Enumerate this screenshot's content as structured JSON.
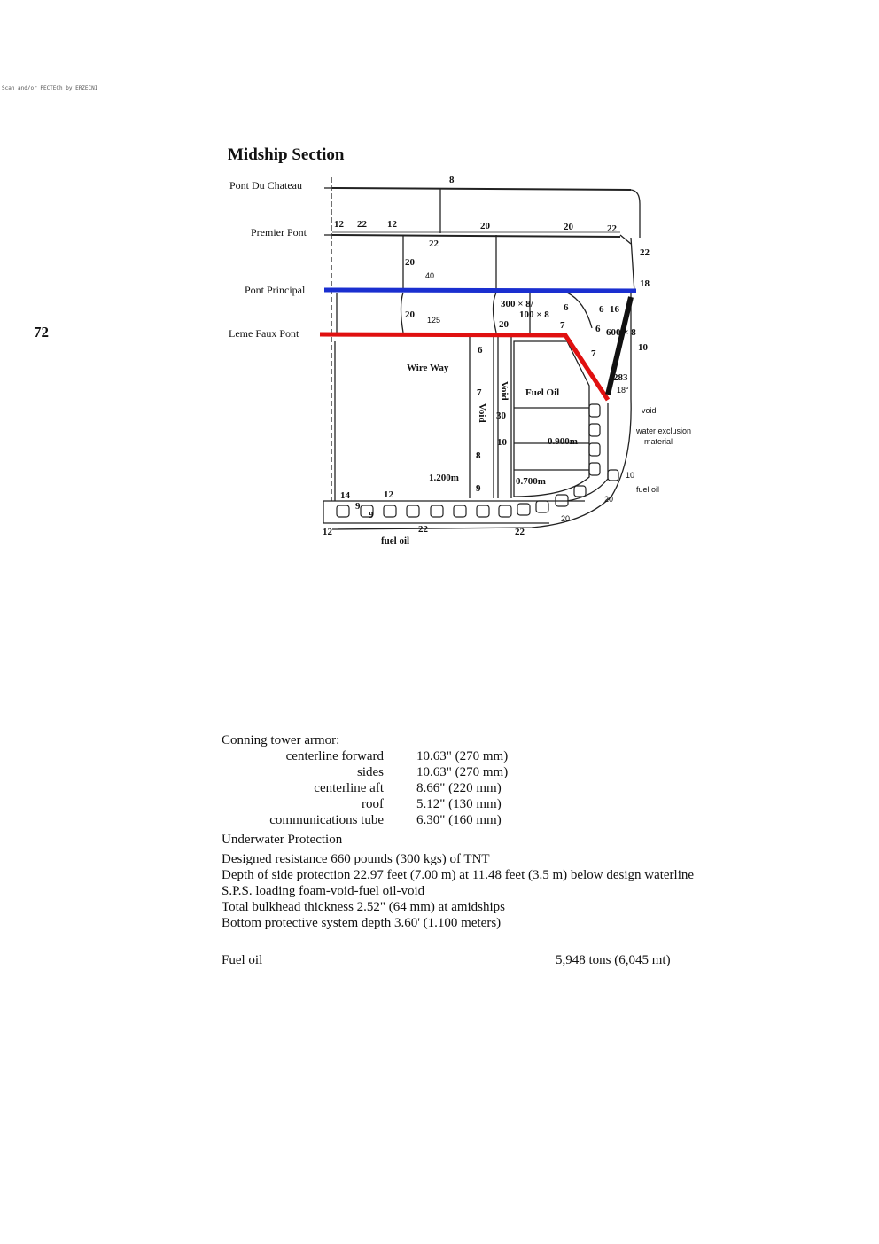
{
  "scan_note": "Scan and/or PECTECh by ERZECNI",
  "page_number": "72",
  "title": "Midship Section",
  "decks": {
    "pont_du_chateau": "Pont Du Chateau",
    "premier_pont": "Premier Pont",
    "pont_principal": "Pont Principal",
    "leme_faux_pont": "Leme Faux Pont"
  },
  "diagram_labels": {
    "top_plate": "8",
    "premier_12": "12",
    "premier_22": "22",
    "premier_12b": "12",
    "premier_20a": "20",
    "premier_20b": "20",
    "premier_22b": "22",
    "below_22": "22",
    "side_22": "22",
    "stiff_20": "20",
    "armor_40": "40",
    "side_18": "18",
    "beam_300": "300 × 8/",
    "beam_100": "100 × 8",
    "bh_6a": "6",
    "bh_7a": "7",
    "lower_20": "20",
    "armor_125": "125",
    "mid_20": "20",
    "belt_6": "6",
    "belt_16": "16",
    "belt_6b": "6",
    "belt_600": "600 × 8",
    "belt_10": "10",
    "belt_7": "7",
    "belt_283": "283",
    "belt_angle": "18°",
    "wire_way": "Wire Way",
    "ww_6": "6",
    "ww_7": "7",
    "ww_8": "8",
    "ww_9": "9",
    "void_vertical": "Void",
    "void_vertical2": "Void",
    "void_30": "30",
    "void_10": "10",
    "fuel_oil_center": "Fuel Oil",
    "dim_0900": "0.900m",
    "dim_1200": "1.200m",
    "dim_0700": "0.700m",
    "void_label": "void",
    "water_exclusion": "water exclusion",
    "material": "material",
    "side_10": "10",
    "fuel_oil_side": "fuel oil",
    "side_20": "20",
    "bottom_20": "20",
    "bottom_14": "14",
    "bottom_12": "12",
    "db_9a": "9",
    "db_9b": "9",
    "db_12": "12",
    "db_22": "22",
    "db_22b": "22",
    "fuel_oil_bottom": "fuel oil"
  },
  "colors": {
    "pont_principal_line": "#1a2fd0",
    "leme_faux_pont_line": "#e01010",
    "belt_armor": "#111111"
  },
  "conning_tower": {
    "heading": "Conning tower armor:",
    "rows": [
      {
        "label": "centerline forward",
        "value": "10.63\" (270 mm)"
      },
      {
        "label": "sides",
        "value": "10.63\" (270 mm)"
      },
      {
        "label": "centerline aft",
        "value": "8.66\" (220 mm)"
      },
      {
        "label": "roof",
        "value": "5.12\" (130 mm)"
      },
      {
        "label": "communications tube",
        "value": "6.30\" (160 mm)"
      }
    ]
  },
  "underwater": {
    "heading": "Underwater Protection",
    "lines": [
      "Designed resistance   660 pounds (300 kgs) of TNT",
      "Depth of side protection   22.97 feet (7.00 m) at 11.48 feet (3.5 m) below design waterline",
      "S.P.S. loading   foam-void-fuel oil-void",
      "Total bulkhead thickness   2.52\" (64 mm) at amidships",
      "Bottom protective system depth   3.60' (1.100 meters)"
    ]
  },
  "fuel": {
    "label": "Fuel oil",
    "value": "5,948 tons (6,045 mt)"
  }
}
